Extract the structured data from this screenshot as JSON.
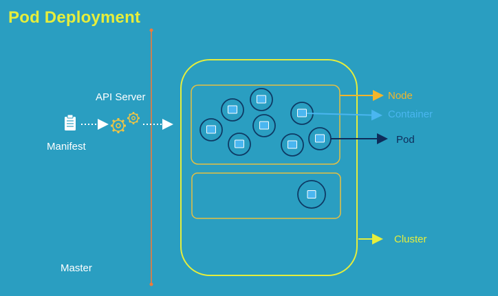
{
  "title": "Pod Deployment",
  "labels": {
    "api_server": "API Server",
    "manifest": "Manifest",
    "master": "Master",
    "node": "Node",
    "container": "Container",
    "pod": "Pod",
    "cluster": "Cluster"
  },
  "colors": {
    "background": "#2a9ec1",
    "title": "#e6ee3c",
    "divider": "#f07a3a",
    "cluster_outline": "#e6ee3c",
    "node_outline": "#e8c040",
    "node_arrow": "#f3b52a",
    "container_arrow": "#4ab6f0",
    "pod_arrow": "#0e2c5a",
    "pod_circle": "#0e3a64",
    "container_square": "#4ab6f0",
    "gear": "#f3c542"
  },
  "icons": [
    "clipboard-icon",
    "gear-icon",
    "container-icon"
  ]
}
